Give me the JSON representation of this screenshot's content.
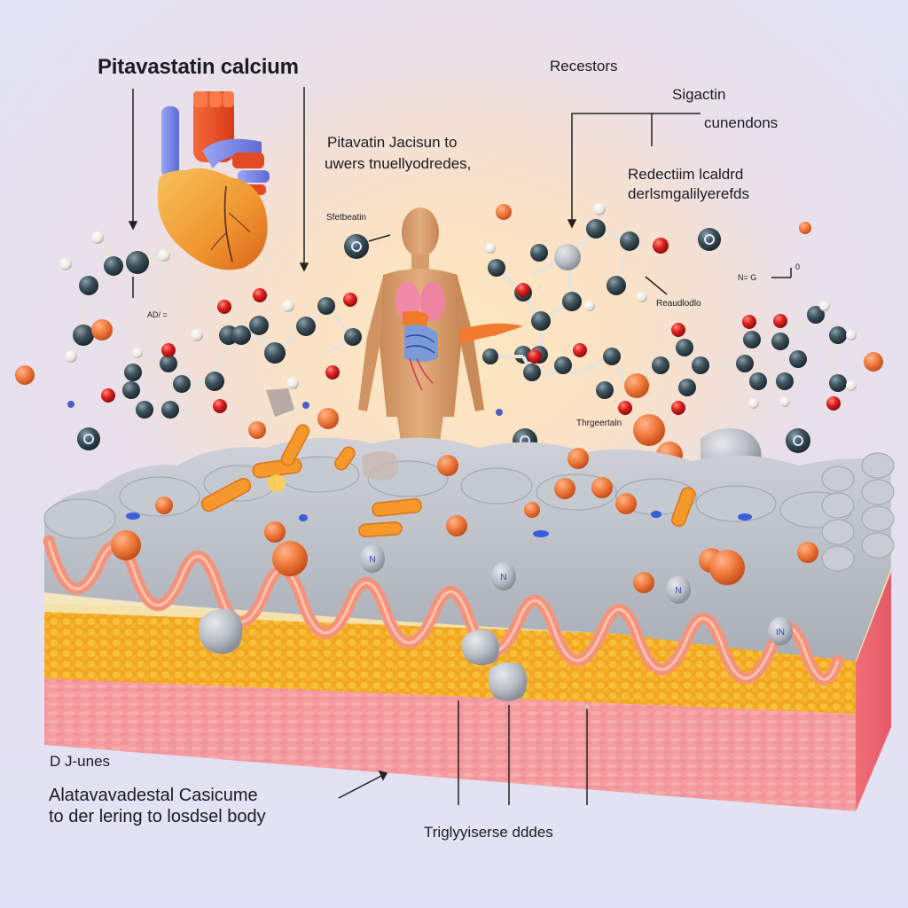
{
  "diagram": {
    "title": "Pitavastatin calcium",
    "labels": {
      "receptors": "Recestors",
      "sigactin": "Sigactin",
      "cunendons": "cunendons",
      "center_line1": "Pitavatin Jacisun to",
      "center_line2": "uwers tnuellyodredes,",
      "reduction_line1": "Redectiim lcaldrd",
      "reduction_line2": "derlsmgalilyerefds",
      "molecule_small": "Sfetbeatin",
      "right_small": "Reaudlodlo",
      "formula_fragment": "N= G",
      "formula_sup": "0",
      "left_small": "AD/ =",
      "thyroid_small": "Thrgeertaln",
      "bottom_left_heading": "D J-unes",
      "bottom_left_line1": "Alatavavadestal Casicume",
      "bottom_left_line2": "to der lering to losdsel body",
      "bottom_center": "Triglyyiserse dddes"
    },
    "elements": [
      "heart",
      "human-figure-with-organs",
      "molecular-ball-and-stick-models",
      "lipid-particles",
      "intestinal-villi-tissue",
      "fat-cell-layer",
      "dermis-layer"
    ],
    "colors": {
      "background": "#e4e4f6",
      "center_glow": "#fde6bf",
      "carbon_atom": "#3f525c",
      "oxygen_atom": "#e02020",
      "hydrogen_atom": "#f2f0ea",
      "lipid_particle": "#f07a3c",
      "villi_gray": "#b9bdc4",
      "villi_pink": "#f4937c",
      "fat_layer": "#f2a622",
      "dermis": "#f49a9e",
      "heart_orange": "#f0952e",
      "artery_red": "#ee4a25",
      "vein_blue": "#7a86e8",
      "skin": "#d9a06f"
    }
  }
}
